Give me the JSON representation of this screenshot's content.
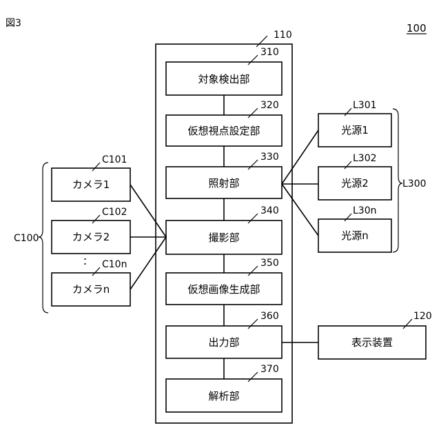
{
  "figure": {
    "title": "図3",
    "system_ref": "100"
  },
  "apparatus": {
    "ref": "110"
  },
  "units": [
    {
      "ref": "310",
      "label": "対象検出部"
    },
    {
      "ref": "320",
      "label": "仮想視点設定部"
    },
    {
      "ref": "330",
      "label": "照射部"
    },
    {
      "ref": "340",
      "label": "撮影部"
    },
    {
      "ref": "350",
      "label": "仮想画像生成部"
    },
    {
      "ref": "360",
      "label": "出力部"
    },
    {
      "ref": "370",
      "label": "解析部"
    }
  ],
  "cameras": {
    "group_ref": "C100",
    "ellipsis": "：",
    "items": [
      {
        "ref": "C101",
        "label": "カメラ1"
      },
      {
        "ref": "C102",
        "label": "カメラ2"
      },
      {
        "ref": "C10n",
        "label": "カメラn"
      }
    ]
  },
  "lights": {
    "group_ref": "L300",
    "items": [
      {
        "ref": "L301",
        "label": "光源1"
      },
      {
        "ref": "L302",
        "label": "光源2"
      },
      {
        "ref": "L30n",
        "label": "光源n"
      }
    ]
  },
  "display": {
    "ref": "120",
    "label": "表示装置"
  }
}
